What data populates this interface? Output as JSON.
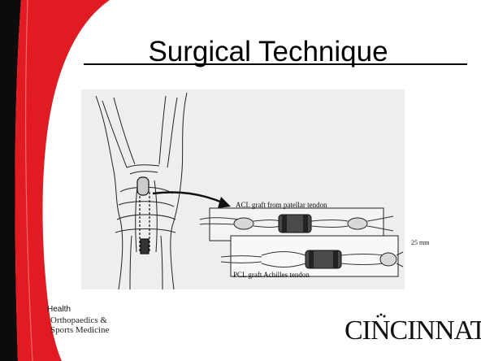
{
  "slide": {
    "title": "Surgical Technique"
  },
  "figure": {
    "acl_label": "ACL graft from patellar tendon",
    "pcl_label": "PCL graft Achilles tendon",
    "scale_label": "25 mm"
  },
  "footer": {
    "health_label": "Health",
    "department_line_1": "Orthopaedics &",
    "department_line_2": "Sports Medicine",
    "university_logo_text": "CINCINNATI"
  },
  "colors": {
    "accent_red": "#e21b22",
    "dark_band": "#0c0c0c",
    "figure_background": "#eeeeee"
  }
}
